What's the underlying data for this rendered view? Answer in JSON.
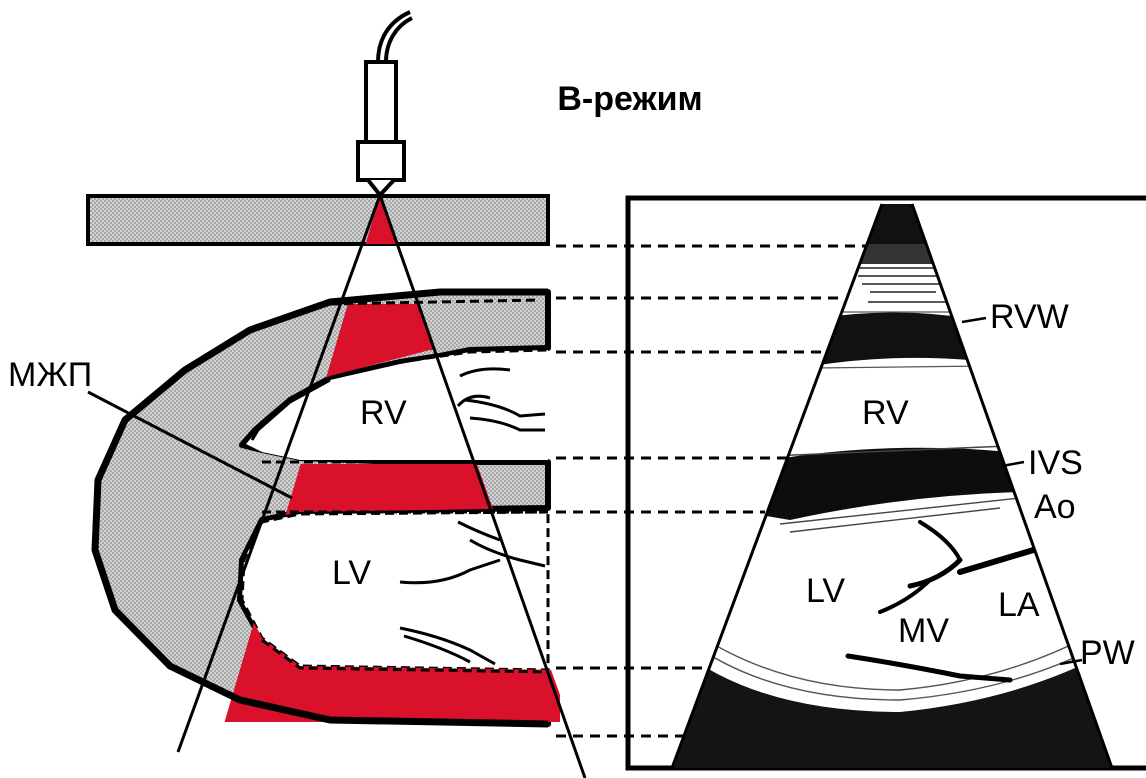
{
  "title": "В-режим",
  "left_labels": {
    "septum": "МЖП",
    "right_ventricle": "RV",
    "left_ventricle": "LV"
  },
  "right_labels": {
    "rvw": "RVW",
    "rv": "RV",
    "ivs": "IVS",
    "ao": "Ao",
    "lv": "LV",
    "mv": "MV",
    "la": "LA",
    "pw": "PW"
  },
  "colors": {
    "tissue_red": "#d9112b",
    "tissue_gray": "#c8c8c8",
    "ink": "#000000",
    "background": "#ffffff"
  },
  "icons": [
    "ultrasound-probe-icon"
  ]
}
